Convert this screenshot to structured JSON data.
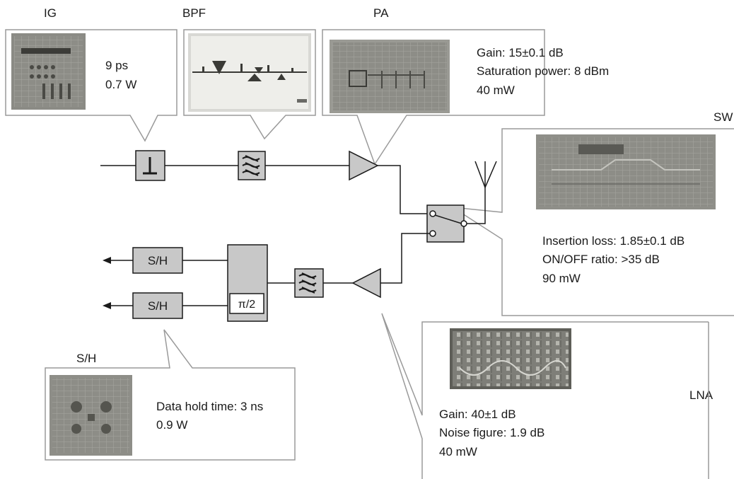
{
  "modules": {
    "ig": {
      "label": "IG",
      "specs": [
        "9 ps",
        "0.7 W"
      ]
    },
    "bpf": {
      "label": "BPF"
    },
    "pa": {
      "label": "PA",
      "specs": [
        "Gain: 15±0.1 dB",
        "Saturation power: 8 dBm",
        "40 mW"
      ]
    },
    "sw": {
      "label": "SW",
      "specs": [
        "Insertion loss: 1.85±0.1 dB",
        "ON/OFF ratio: >35 dB",
        "90 mW"
      ]
    },
    "lna": {
      "label": "LNA",
      "specs": [
        "Gain: 40±1 dB",
        "Noise figure: 1.9 dB",
        "40 mW"
      ]
    },
    "sh": {
      "label": "S/H",
      "specs": [
        "Data hold time: 3 ns",
        "0.9 W"
      ]
    }
  },
  "blocks": {
    "sh_upper": "S/H",
    "sh_lower": "S/H",
    "phase_shift": "π/2"
  },
  "colors": {
    "block_fill": "#c8c8c8",
    "line": "#1a1a1a",
    "callout_border": "#9a9a9a",
    "chip_photo": "#8a8a84"
  }
}
